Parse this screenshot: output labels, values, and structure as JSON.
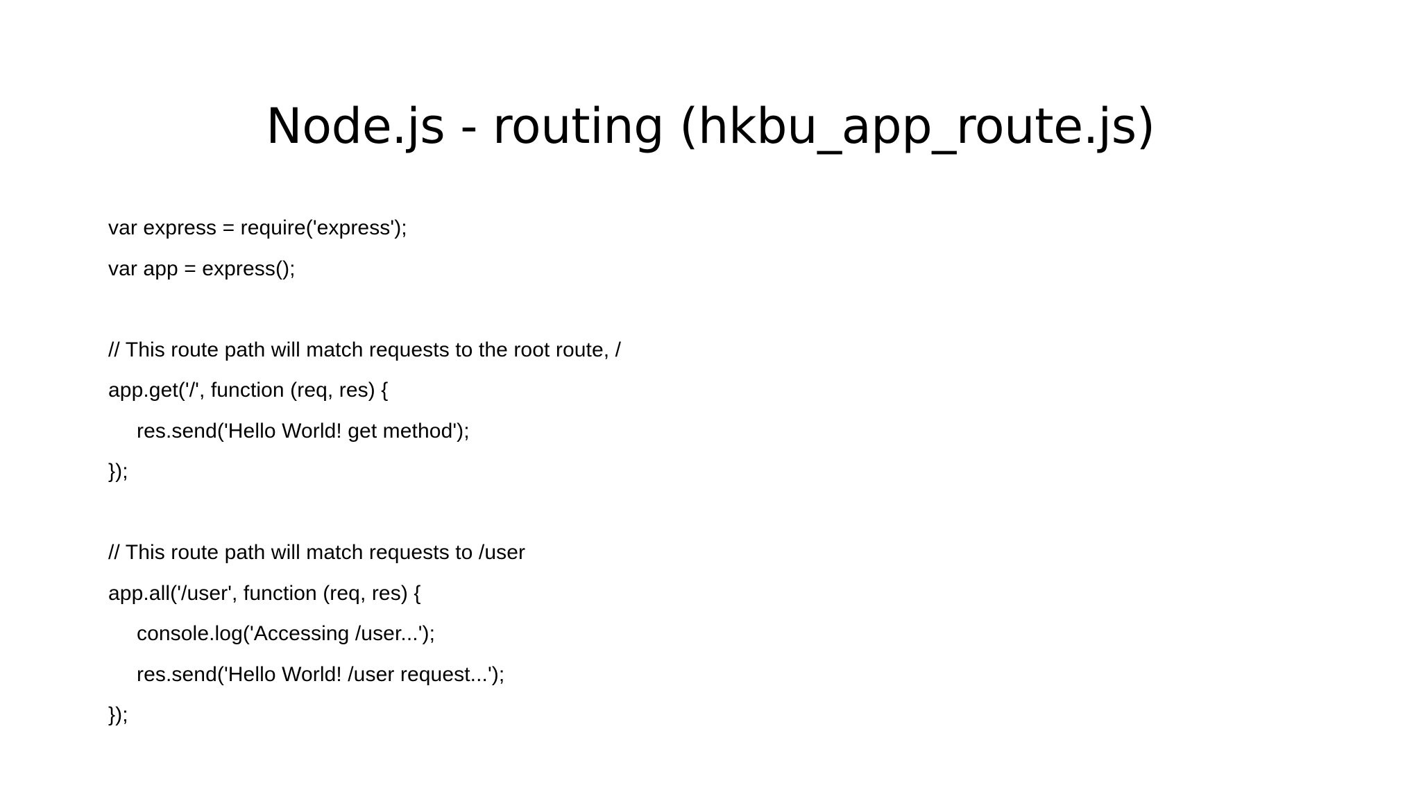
{
  "slide": {
    "title": "Node.js - routing (hkbu_app_route.js)",
    "background_color": "#ffffff",
    "text_color": "#000000",
    "code_lines": [
      {
        "text": "var express = require('express');",
        "indent": 0
      },
      {
        "text": "var app = express();",
        "indent": 0
      },
      {
        "text": "",
        "indent": 0
      },
      {
        "text": "// This route path will match requests to the root route, /",
        "indent": 0
      },
      {
        "text": "app.get('/', function (req, res) {",
        "indent": 0
      },
      {
        "text": "res.send('Hello World! get method');",
        "indent": 1
      },
      {
        "text": "});",
        "indent": 0
      },
      {
        "text": "",
        "indent": 0
      },
      {
        "text": "// This route path will match requests to /user",
        "indent": 0
      },
      {
        "text": "app.all('/user', function (req, res) {",
        "indent": 0
      },
      {
        "text": "console.log('Accessing /user...');",
        "indent": 1
      },
      {
        "text": "res.send('Hello World! /user request...');",
        "indent": 1
      },
      {
        "text": "});",
        "indent": 0
      }
    ]
  }
}
